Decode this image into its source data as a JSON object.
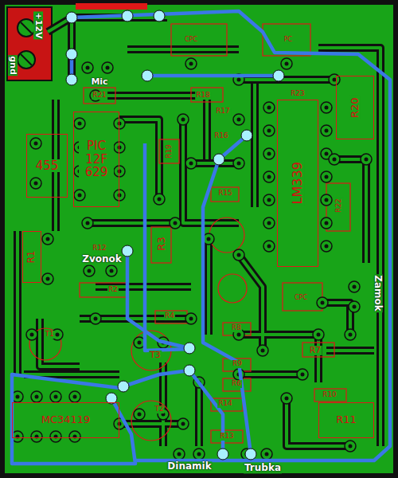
{
  "diagram": {
    "nodes": [
      {
        "text": [
          "455"
        ]
      },
      {
        "text": [
          "PIC 12F 629"
        ]
      },
      {
        "text": [
          "LM339"
        ]
      },
      {
        "text": [
          "MC34119"
        ]
      },
      {
        "text": [
          "R11"
        ]
      },
      {
        "text": [
          "R20"
        ]
      },
      {
        "text": [
          "R1"
        ]
      }
    ],
    "labels": [
      "+12V",
      "gnd",
      "Mic",
      "Zvonok",
      "Dinamik",
      "Trubka",
      "Zamok",
      "R18",
      "R17",
      "R16",
      "R15",
      "R23",
      "R21",
      "R19",
      "R3",
      "R14",
      "R13",
      "R12",
      "R2",
      "R4",
      "R8",
      "R9",
      "R6",
      "R7",
      "R10",
      "R22",
      "T1",
      "T3",
      "T2",
      "CPC",
      "PC",
      "CPC"
    ]
  }
}
